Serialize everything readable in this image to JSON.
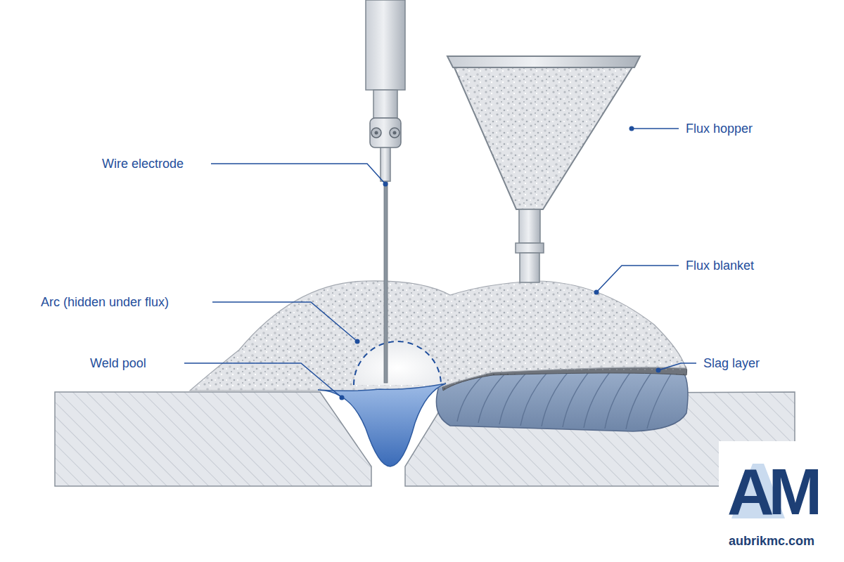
{
  "diagram": {
    "labels": [
      "Wire electrode",
      "Flux hopper",
      "Flux blanket",
      "Arc (hidden under flux)",
      "Weld pool",
      "Slag layer",
      "AM",
      "aubrikmc.com"
    ]
  }
}
